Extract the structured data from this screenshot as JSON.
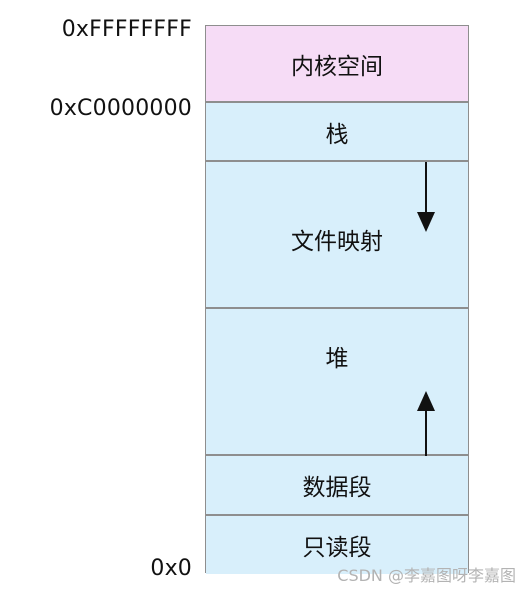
{
  "addresses": {
    "top": "0xFFFFFFFF",
    "kernel_start": "0xC0000000",
    "bottom": "0x0"
  },
  "segments": [
    {
      "label": "内核空间",
      "color": "#f6dcf6"
    },
    {
      "label": "栈",
      "color": "#d8effb"
    },
    {
      "label": "文件映射",
      "color": "#d8effb"
    },
    {
      "label": "堆",
      "color": "#d8effb"
    },
    {
      "label": "数据段",
      "color": "#d8effb"
    },
    {
      "label": "只读段",
      "color": "#d8effb"
    }
  ],
  "arrows": {
    "mmap": "arrow-down-icon",
    "heap": "arrow-up-icon"
  },
  "watermark": "CSDN @李嘉图呀李嘉图"
}
